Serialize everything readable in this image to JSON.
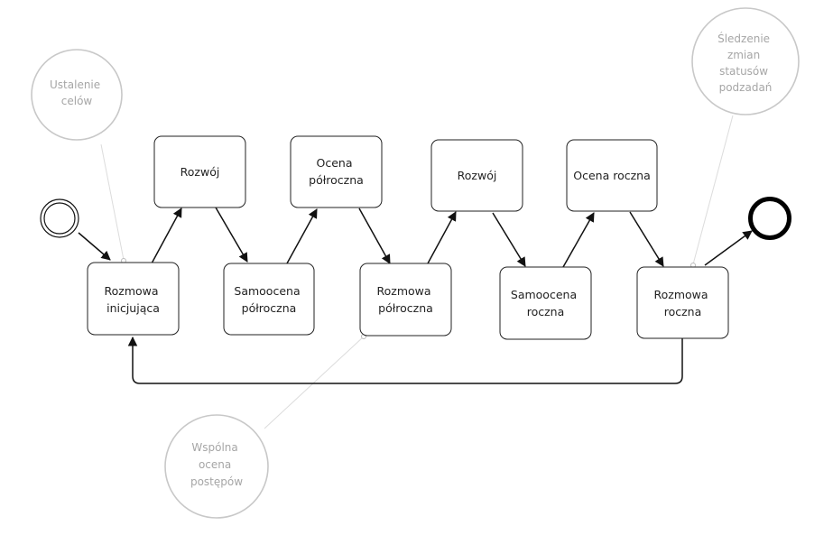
{
  "diagram": {
    "tasks": {
      "t1": [
        "Rozmowa",
        "inicjująca"
      ],
      "t2": [
        "Rozwój"
      ],
      "t3": [
        "Samoocena",
        "półroczna"
      ],
      "t4": [
        "Ocena",
        "półroczna"
      ],
      "t5": [
        "Rozmowa",
        "półroczna"
      ],
      "t6": [
        "Rozwój"
      ],
      "t7": [
        "Samoocena",
        "roczna"
      ],
      "t8": [
        "Ocena roczna"
      ],
      "t9": [
        "Rozmowa",
        "roczna"
      ]
    },
    "annotations": {
      "a1": [
        "Ustalenie",
        "celów"
      ],
      "a2": [
        "Wspólna",
        "ocena",
        "postępów"
      ],
      "a3": [
        "Śledzenie",
        "zmian",
        "statusów",
        "podzadań"
      ]
    },
    "colors": {
      "task_border": "#222222",
      "annotation_border": "#c8c8c8",
      "annotation_text": "#a6a6a6",
      "flow": "#111111"
    }
  }
}
